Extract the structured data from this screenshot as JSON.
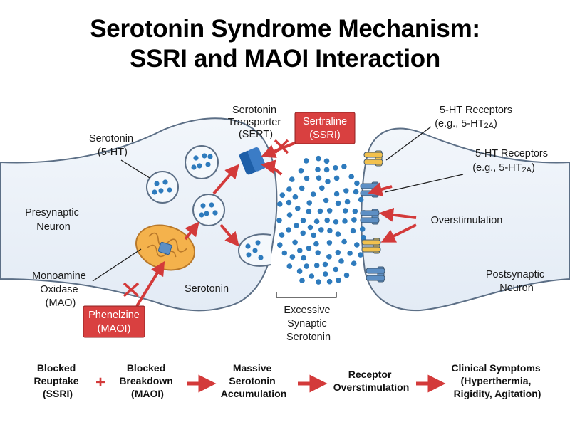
{
  "title": {
    "line1": "Serotonin Syndrome Mechanism:",
    "line2": "SSRI and MAOI Interaction"
  },
  "labels": {
    "serotonin_5ht": [
      "Serotonin",
      "(5-HT)"
    ],
    "sert": [
      "Serotonin",
      "Transporter",
      "(SERT)"
    ],
    "presynaptic": [
      "Presynaptic",
      "Neuron"
    ],
    "mao": [
      "Monoamine",
      "Oxidase",
      "(MAO)"
    ],
    "serotonin_release": "Serotonin",
    "excessive": [
      "Excessive",
      "Synaptic",
      "Serotonin"
    ],
    "receptors_top": [
      "5-HT Receptors",
      "(e.g.,  5-HT",
      "2A",
      ")"
    ],
    "receptors_mid": [
      "5-HT Receptors",
      "(e.g., 5-HT",
      "2A",
      ")"
    ],
    "overstimulation": "Overstimulation",
    "postsynaptic": [
      "Postsynaptic",
      "Neuron"
    ]
  },
  "drugs": {
    "ssri": [
      "Sertraline",
      "(SSRI)"
    ],
    "maoi": [
      "Phenelzine",
      "(MAOI)"
    ]
  },
  "flow": {
    "steps": [
      [
        "Blocked",
        "Reuptake",
        "(SSRI)"
      ],
      [
        "Blocked",
        "Breakdown",
        "(MAOI)"
      ],
      [
        "Massive",
        "Serotonin",
        "Accumulation"
      ],
      [
        "Receptor",
        "Overstimulation"
      ],
      [
        "Clinical Symptoms",
        "(Hyperthermia,",
        "Rigidity, Agitation)"
      ]
    ],
    "plus": "+"
  },
  "colors": {
    "neuron_fill": "#e9f0f8",
    "neuron_stroke": "#5c6f86",
    "molecule": "#2e7bbd",
    "transporter": "#1e5fa8",
    "receptor_yellow": "#f2c14e",
    "receptor_blue": "#5d8fc4",
    "mitochondria": "#f4b24c",
    "arrow_red": "#d33a3a",
    "drug_box": "#d94040"
  },
  "icons": {
    "block": "red-x-icon",
    "arrow": "red-arrow-icon"
  }
}
